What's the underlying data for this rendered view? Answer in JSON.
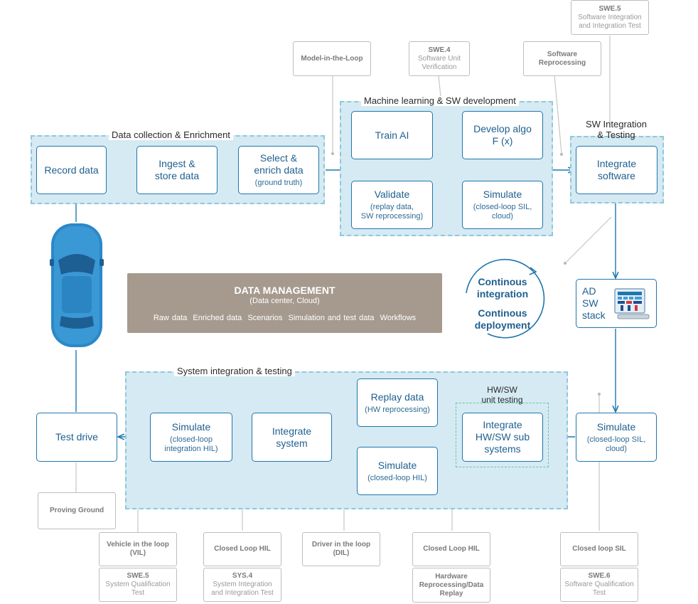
{
  "groups": {
    "data_collection": "Data collection & Enrichment",
    "ml_dev": "Machine learning & SW development",
    "sw_integration": "SW Integration\n& Testing",
    "system_integration": "System integration & testing",
    "hwsw_unit": "HW/SW\nunit testing"
  },
  "boxes": {
    "record_data": {
      "title": "Record data",
      "sub": ""
    },
    "ingest": {
      "title": "Ingest &\nstore data",
      "sub": ""
    },
    "select": {
      "title": "Select &\nenrich data",
      "sub": "(ground truth)"
    },
    "train_ai": {
      "title": "Train AI",
      "sub": ""
    },
    "validate": {
      "title": "Validate",
      "sub": "(replay data,\nSW reprocessing)"
    },
    "develop_algo": {
      "title": "Develop algo\nF (x)",
      "sub": ""
    },
    "simulate_sil_cloud_top": {
      "title": "Simulate",
      "sub": "(closed-loop SIL,\ncloud)"
    },
    "integrate_sw": {
      "title": "Integrate\nsoftware",
      "sub": ""
    },
    "ad_sw_stack": {
      "title": "AD\nSW\nstack"
    },
    "simulate_right": {
      "title": "Simulate",
      "sub": "(closed-loop SIL,\ncloud)"
    },
    "integrate_hwsw": {
      "title": "Integrate\nHW/SW sub\nsystems",
      "sub": ""
    },
    "replay_data": {
      "title": "Replay data",
      "sub": "(HW reprocessing)"
    },
    "simulate_hil": {
      "title": "Simulate",
      "sub": "(closed-loop HIL)"
    },
    "integrate_system": {
      "title": "Integrate\nsystem",
      "sub": ""
    },
    "simulate_integration_hil": {
      "title": "Simulate",
      "sub": "(closed-loop\nintegration HIL)"
    },
    "test_drive": {
      "title": "Test drive",
      "sub": ""
    }
  },
  "data_management": {
    "title": "DATA MANAGEMENT",
    "subtitle": "(Data center, Cloud)",
    "items": [
      "Raw data",
      "Enriched data",
      "Scenarios",
      "Simulation and test data",
      "Workflows"
    ]
  },
  "ci_cd": {
    "line1": "Continous\nintegration",
    "line2": "Continous\ndeployment"
  },
  "notes": {
    "swe5_top": {
      "title": "SWE.5",
      "sub": "Software Integration\nand Integration Test"
    },
    "mil": {
      "title": "Model-in-the-Loop",
      "sub": ""
    },
    "swe4": {
      "title": "SWE.4",
      "sub": "Software Unit\nVerification"
    },
    "sw_reprocessing": {
      "title": "Software\nReprocessing",
      "sub": ""
    },
    "proving_ground": {
      "title": "Proving Ground",
      "sub": ""
    },
    "vil": {
      "title": "Vehicle in the loop\n(VIL)",
      "sub": ""
    },
    "swe5_bottom": {
      "title": "SWE.5",
      "sub": "System Qualification\nTest"
    },
    "closed_loop_hil_1": {
      "title": "Closed Loop HIL",
      "sub": ""
    },
    "sys4": {
      "title": "SYS.4",
      "sub": "System Integration\nand Integration Test"
    },
    "dil": {
      "title": "Driver in the loop\n(DIL)",
      "sub": ""
    },
    "closed_loop_hil_2": {
      "title": "Closed Loop HIL",
      "sub": ""
    },
    "hw_reprocessing": {
      "title": "Hardware\nReprocessing/Data\nReplay",
      "sub": ""
    },
    "closed_loop_sil": {
      "title": "Closed loop SIL",
      "sub": ""
    },
    "swe6": {
      "title": "SWE.6",
      "sub": "Software Qualification\nTest"
    }
  },
  "colors": {
    "accent": "#1f76ae",
    "group_fill": "#d5eaf3",
    "group_border": "#8ec8dc",
    "data_mgmt": "#a69a8e",
    "car": "#2b88c8"
  },
  "icons": {
    "car": "car-icon",
    "stack": "software-stack-icon",
    "cycle": "cycle-arrow-icon"
  }
}
